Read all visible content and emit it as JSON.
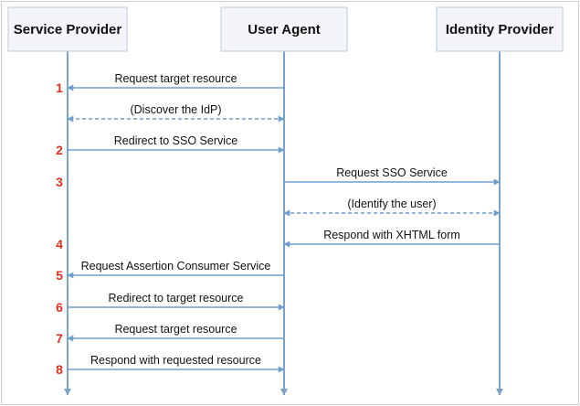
{
  "actors": [
    {
      "id": "sp",
      "label": "Service Provider"
    },
    {
      "id": "ua",
      "label": "User Agent"
    },
    {
      "id": "idp",
      "label": "Identity Provider"
    }
  ],
  "messages": [
    {
      "from": "ua",
      "to": "sp",
      "label": "Request target resource",
      "dashed": false,
      "step": "1"
    },
    {
      "from": "ua",
      "to": "sp",
      "label": "(Discover the IdP)",
      "dashed": true,
      "bidirectional": true,
      "step": ""
    },
    {
      "from": "sp",
      "to": "ua",
      "label": "Redirect to SSO Service",
      "dashed": false,
      "step": "2"
    },
    {
      "from": "ua",
      "to": "idp",
      "label": "Request SSO Service",
      "dashed": false,
      "step": "3"
    },
    {
      "from": "ua",
      "to": "idp",
      "label": "(Identify the user)",
      "dashed": true,
      "bidirectional": true,
      "step": ""
    },
    {
      "from": "idp",
      "to": "ua",
      "label": "Respond with XHTML form",
      "dashed": false,
      "step": "4"
    },
    {
      "from": "ua",
      "to": "sp",
      "label": "Request Assertion Consumer Service",
      "dashed": false,
      "step": "5"
    },
    {
      "from": "sp",
      "to": "ua",
      "label": "Redirect to target resource",
      "dashed": false,
      "step": "6"
    },
    {
      "from": "ua",
      "to": "sp",
      "label": "Request target resource",
      "dashed": false,
      "step": "7"
    },
    {
      "from": "sp",
      "to": "ua",
      "label": "Respond with requested resource",
      "dashed": false,
      "step": "8"
    }
  ],
  "colors": {
    "arrow": "#6f9fcf",
    "lifeline": "#7aa2c8",
    "step_number": "#d9331f",
    "actor_fill": "#f3f5f9",
    "actor_border": "#b9c9dc"
  }
}
